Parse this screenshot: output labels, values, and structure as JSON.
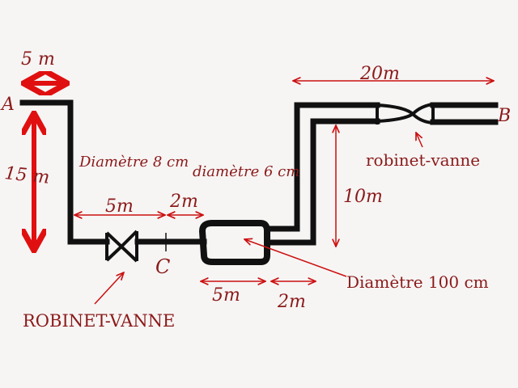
{
  "labels": {
    "point_a": "A",
    "point_b": "B",
    "point_c": "C",
    "dim_top_5m": "5 m",
    "dim_vertical_15m": "15 m",
    "diam_8cm": "Diamètre 8 cm",
    "diam_6cm": "diamètre 6 cm",
    "dim_5m_left": "5m",
    "dim_2m_left": "2m",
    "dim_10m": "10m",
    "dim_20m": "20m",
    "valve_right_label": "robinet-vanne",
    "diam_100cm": "Diamètre 100 cm",
    "dim_5m_bottom": "5m",
    "dim_2m_bottom": "2m",
    "valve_left_label": "ROBINET-VANNE"
  },
  "colors": {
    "pipe": "#111111",
    "annotation": "#cc1010",
    "text": "#8b1a1a",
    "background": "#f6f5f4"
  }
}
